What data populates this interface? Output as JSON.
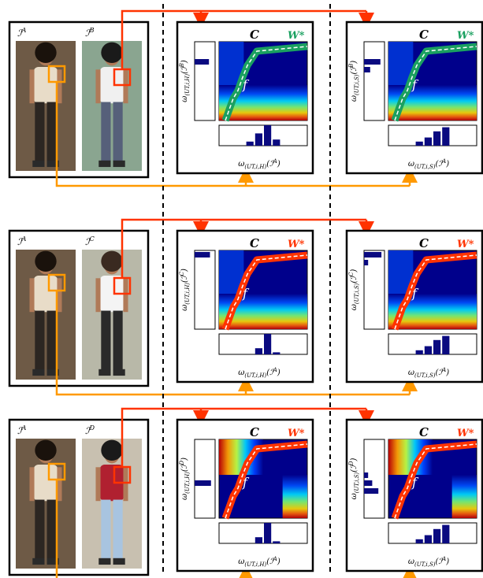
{
  "colors": {
    "red_link": "#ff3300",
    "orange_link": "#ff9900",
    "green_path": "#1aa060",
    "red_path": "#ff3300",
    "heat_bg": "#00008b",
    "frame": "#000000",
    "divider": "#000000"
  },
  "rows": [
    {
      "probe_label": "ℐ",
      "probe_sup": "A",
      "gallery_label": "ℐ",
      "gallery_sup": "B",
      "match": true,
      "panels": [
        {
          "cost_label": "C",
          "path_label": "W*",
          "path_color": "#1aa060",
          "f_label": "f",
          "y_axis": "ω(UT,i,H)(ℐB)",
          "x_axis": "ω(UT,i,H)(ℐA)",
          "y_hist": [
            0,
            0,
            0.7,
            0,
            0,
            0,
            0,
            0,
            0,
            0
          ],
          "x_hist": [
            0,
            0,
            0,
            0.2,
            0.6,
            1,
            0.3,
            0,
            0,
            0
          ]
        },
        {
          "cost_label": "C",
          "path_label": "W*",
          "path_color": "#1aa060",
          "f_label": "f",
          "y_axis": "ω(UT,i,S)(ℐB)",
          "x_axis": "ω(UT,i,S)(ℐA)",
          "y_hist": [
            0,
            0,
            0.8,
            0.3,
            0,
            0,
            0,
            0,
            0,
            0
          ],
          "x_hist": [
            0,
            0,
            0,
            0.2,
            0.4,
            0.7,
            0.9,
            0,
            0,
            0
          ]
        }
      ]
    },
    {
      "probe_label": "ℐ",
      "probe_sup": "A",
      "gallery_label": "ℐ",
      "gallery_sup": "C",
      "match": false,
      "panels": [
        {
          "cost_label": "C",
          "path_label": "W*",
          "path_color": "#ff3300",
          "f_label": "f",
          "y_axis": "ω(UT,i,H)(ℐC)",
          "x_axis": "ω(UT,i,H)(ℐA)",
          "y_hist": [
            0.75,
            0,
            0,
            0,
            0,
            0,
            0,
            0,
            0,
            0
          ],
          "x_hist": [
            0,
            0,
            0,
            0,
            0.3,
            1,
            0.1,
            0,
            0,
            0
          ]
        },
        {
          "cost_label": "C",
          "path_label": "W*",
          "path_color": "#ff3300",
          "f_label": "f",
          "y_axis": "ω(UT,i,S)(ℐC)",
          "x_axis": "ω(UT,i,S)(ℐA)",
          "y_hist": [
            0.85,
            0.2,
            0,
            0,
            0,
            0,
            0,
            0,
            0,
            0
          ],
          "x_hist": [
            0,
            0,
            0,
            0.2,
            0.4,
            0.7,
            0.9,
            0,
            0,
            0
          ]
        }
      ]
    },
    {
      "probe_label": "ℐ",
      "probe_sup": "A",
      "gallery_label": "ℐ",
      "gallery_sup": "D",
      "match": false,
      "panels": [
        {
          "cost_label": "C",
          "path_label": "W*",
          "path_color": "#ff3300",
          "f_label": "f",
          "y_axis": "ω(UT,i,H)(ℐD)",
          "x_axis": "ω(UT,i,H)(ℐA)",
          "y_hist": [
            0,
            0,
            0,
            0,
            0,
            0.8,
            0,
            0,
            0,
            0
          ],
          "x_hist": [
            0,
            0,
            0,
            0,
            0.3,
            1,
            0.1,
            0,
            0,
            0
          ]
        },
        {
          "cost_label": "C",
          "path_label": "W*",
          "path_color": "#ff3300",
          "f_label": "f",
          "y_axis": "ω(UT,i,S)(ℐD)",
          "x_axis": "ω(UT,i,S)(ℐA)",
          "y_hist": [
            0,
            0,
            0,
            0,
            0.2,
            0.4,
            0.7,
            0,
            0,
            0
          ],
          "x_hist": [
            0,
            0,
            0,
            0.2,
            0.4,
            0.7,
            0.9,
            0,
            0,
            0
          ]
        }
      ]
    }
  ]
}
